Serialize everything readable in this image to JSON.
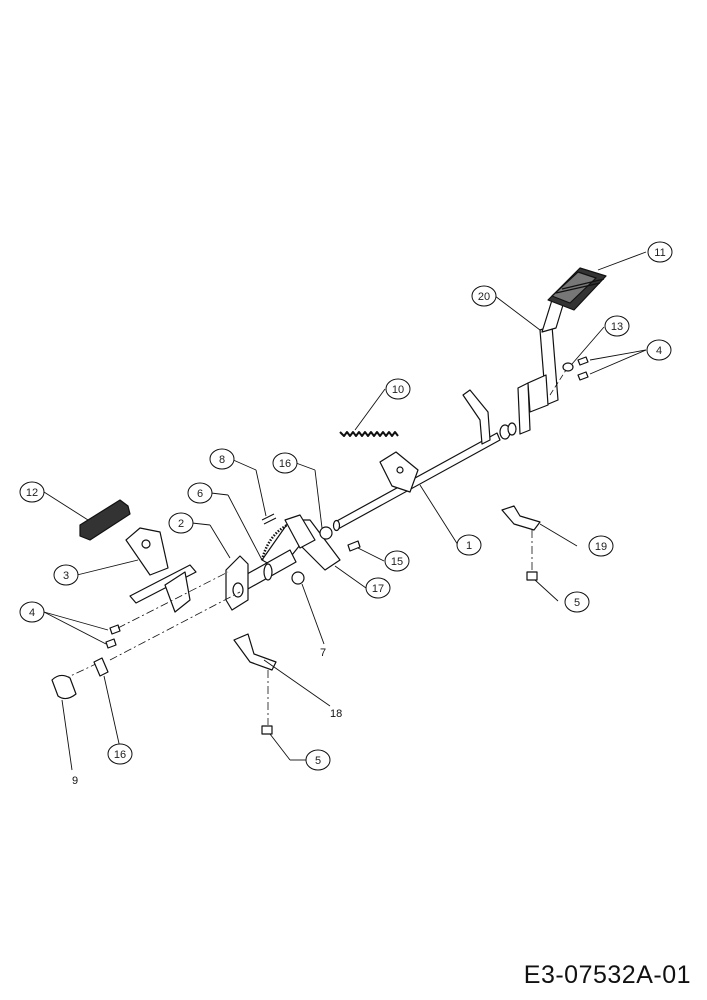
{
  "document_code": "E3-07532A-01",
  "callouts": [
    {
      "id": "c11",
      "label": "11"
    },
    {
      "id": "c20",
      "label": "20"
    },
    {
      "id": "c13",
      "label": "13"
    },
    {
      "id": "c4a",
      "label": "4"
    },
    {
      "id": "c10",
      "label": "10"
    },
    {
      "id": "c8",
      "label": "8"
    },
    {
      "id": "c16a",
      "label": "16"
    },
    {
      "id": "c6",
      "label": "6"
    },
    {
      "id": "c12",
      "label": "12"
    },
    {
      "id": "c2",
      "label": "2"
    },
    {
      "id": "c1",
      "label": "1"
    },
    {
      "id": "c19",
      "label": "19"
    },
    {
      "id": "c15",
      "label": "15"
    },
    {
      "id": "c17",
      "label": "17"
    },
    {
      "id": "c3",
      "label": "3"
    },
    {
      "id": "c5a",
      "label": "5"
    },
    {
      "id": "c4b",
      "label": "4"
    },
    {
      "id": "c16b",
      "label": "16"
    },
    {
      "id": "c5b",
      "label": "5"
    }
  ],
  "plain_labels": [
    {
      "id": "p7",
      "label": "7"
    },
    {
      "id": "p18",
      "label": "18"
    },
    {
      "id": "p9",
      "label": "9"
    }
  ]
}
